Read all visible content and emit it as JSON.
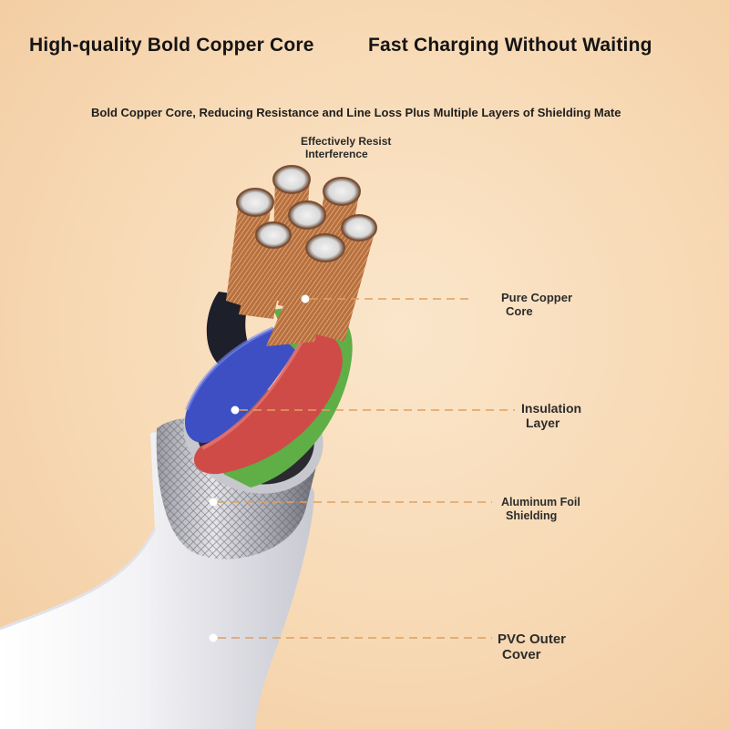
{
  "headline": {
    "left": "High-quality Bold Copper Core",
    "right": "Fast Charging Without Waiting"
  },
  "subheadline": "Bold Copper Core, Reducing Resistance and Line Loss Plus Multiple Layers of Shielding Mate",
  "callout_top": {
    "line1": "Effectively Resist",
    "line2": "Interference"
  },
  "layers": [
    {
      "line1": "Pure Copper",
      "line2": "Core"
    },
    {
      "line1": "Insulation",
      "line2": "Layer"
    },
    {
      "line1": "Aluminum Foil",
      "line2": "Shielding"
    },
    {
      "line1": "PVC Outer",
      "line2": "Cover"
    }
  ],
  "colors": {
    "leader_line": "#e0a060",
    "copper": "#b8703f",
    "wire_blue": "#3d4fc2",
    "wire_red": "#cf4b48",
    "wire_green": "#5fae46",
    "wire_black": "#1d1f2a",
    "jacket": "#f4f4f6"
  }
}
